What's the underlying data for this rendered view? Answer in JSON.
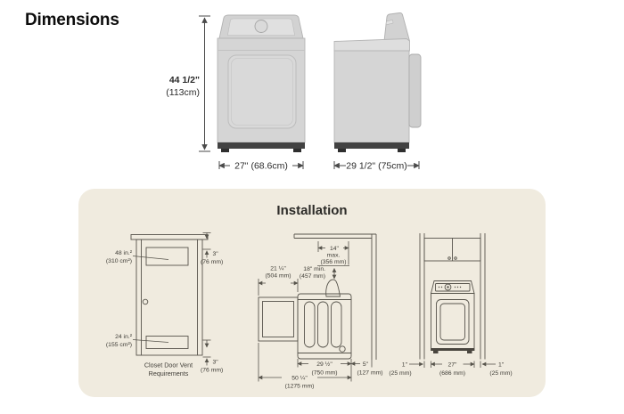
{
  "page": {
    "title": "Dimensions",
    "installation_title": "Installation"
  },
  "dimensions_view": {
    "height_in": "44 1/2\"",
    "height_cm": "(113cm)",
    "width": "27\" (68.6cm)",
    "depth": "29 1/2\" (75cm)"
  },
  "closet_door": {
    "top_vent_in": "48 in.²",
    "top_vent_cm": "(310 cm²)",
    "bottom_vent_in": "24 in.²",
    "bottom_vent_cm": "(155 cm²)",
    "top_gap_in": "3\"",
    "top_gap_mm": "(76 mm)",
    "bottom_gap_in": "3\"",
    "bottom_gap_mm": "(76 mm)",
    "caption1": "Closet Door Vent",
    "caption2": "Requirements"
  },
  "side_clearance": {
    "vent_in": "14\"",
    "vent_qual": "max.",
    "vent_mm": "(356 mm)",
    "hose_in": "18\" min.",
    "hose_mm": "(457 mm)",
    "door_in": "21 ¼\"",
    "door_mm": "(504 mm)",
    "depth_in": "29 ½\"",
    "depth_mm": "(750 mm)",
    "gap_in": "5\"",
    "gap_mm": "(127 mm)",
    "total_in": "50 ¼\"",
    "total_mm": "(1275 mm)"
  },
  "alcove": {
    "left_in": "1\"",
    "left_mm": "(25 mm)",
    "width_in": "27\"",
    "width_mm": "(686 mm)",
    "right_in": "1\"",
    "right_mm": "(25 mm)"
  },
  "colors": {
    "panel_bg": "#f0ebdf",
    "diagram_line": "#57544c",
    "appliance_body": "#d5d5d5",
    "base_dark": "#424242"
  }
}
